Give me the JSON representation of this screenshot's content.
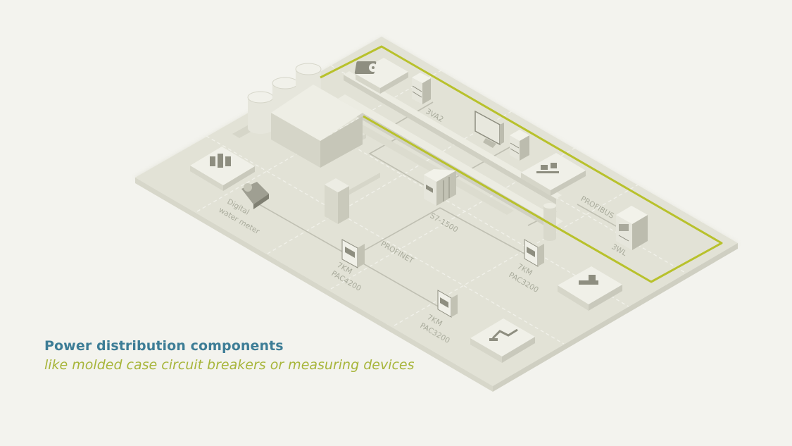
{
  "caption": {
    "title": "Power distribution components",
    "subtitle": "like molded case circuit breakers or measuring devices"
  },
  "labels": {
    "va2": "3VA2",
    "profibus": "PROFIBUS",
    "wl": "3WL",
    "s7": "S7-1500",
    "profinet": "PROFINET",
    "digital_line1": "Digital",
    "digital_line2": "water meter",
    "pac4200_line1": "7KM",
    "pac4200_line2": "PAC4200",
    "pac3200_right_line1": "7KM",
    "pac3200_right_line2": "PAC3200",
    "pac3200_bottom_line1": "7KM",
    "pac3200_bottom_line2": "PAC3200"
  },
  "colors": {
    "background": "#f3f3ee",
    "floor": "#e2e2d6",
    "highlight": "#b8c12c",
    "title": "#3d7d96",
    "subtitle": "#a7b53a",
    "label": "#a9ab9c"
  },
  "icons": [
    "fan-icon",
    "bottles-icon",
    "robot-arm-icon",
    "printer-icon",
    "machine-icon"
  ]
}
